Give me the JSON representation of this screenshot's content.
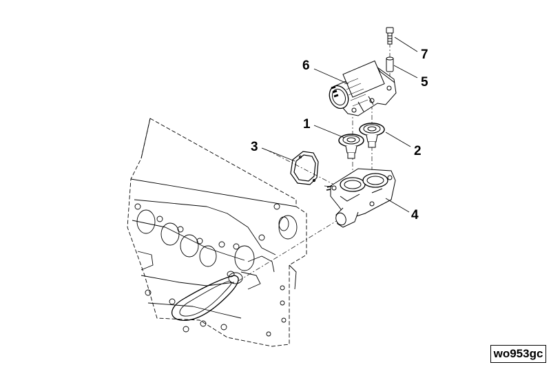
{
  "callouts": [
    {
      "id": "1",
      "label": "1"
    },
    {
      "id": "2",
      "label": "2"
    },
    {
      "id": "3",
      "label": "3"
    },
    {
      "id": "4",
      "label": "4"
    },
    {
      "id": "5",
      "label": "5"
    },
    {
      "id": "6",
      "label": "6"
    },
    {
      "id": "7",
      "label": "7"
    }
  ],
  "reference_code": "wo953gc",
  "colors": {
    "line": "#000000",
    "background": "#ffffff"
  }
}
